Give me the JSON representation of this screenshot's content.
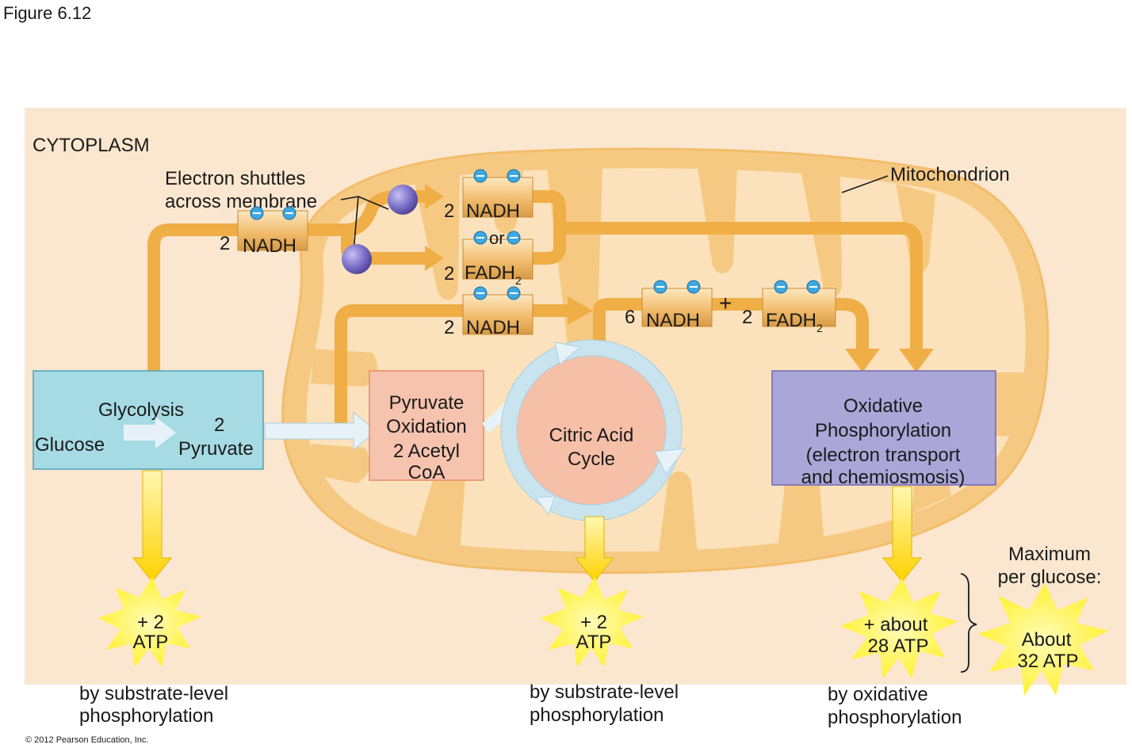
{
  "figure_label": "Figure 6.12",
  "copyright": "© 2012 Pearson Education, Inc.",
  "regions": {
    "cytoplasm": "CYTOPLASM",
    "mitochondrion": "Mitochondrion"
  },
  "shuttle": {
    "line1": "Electron shuttles",
    "line2": "across membrane"
  },
  "carriers": {
    "glycolysis_nadh": {
      "count": "2",
      "name": "NADH"
    },
    "shuttle_nadh": {
      "count": "2",
      "name": "NADH"
    },
    "or_word": "or",
    "shuttle_fadh": {
      "count": "2",
      "name": "FADH",
      "subscript": "2"
    },
    "pyruvate_nadh": {
      "count": "2",
      "name": "NADH"
    },
    "cycle_nadh": {
      "count": "6",
      "name": "NADH"
    },
    "plus": "+",
    "cycle_fadh": {
      "count": "2",
      "name": "FADH",
      "subscript": "2"
    }
  },
  "stages": {
    "glycolysis": {
      "title": "Glycolysis",
      "input": "Glucose",
      "output_count": "2",
      "output": "Pyruvate"
    },
    "pyruvate_oxidation": {
      "line1": "Pyruvate",
      "line2": "Oxidation",
      "line3": "2 Acetyl",
      "line4": "CoA"
    },
    "citric_acid": {
      "line1": "Citric Acid",
      "line2": "Cycle"
    },
    "oxidative": {
      "line1": "Oxidative",
      "line2": "Phosphorylation",
      "line3": "(electron transport",
      "line4": "and chemiosmosis)"
    }
  },
  "atp": {
    "glycolysis": {
      "line1": "+ 2",
      "line2": "ATP"
    },
    "citric": {
      "line1": "+ 2",
      "line2": "ATP"
    },
    "oxidative": {
      "line1": "+ about",
      "line2": "28 ATP"
    },
    "total": {
      "line1": "About",
      "line2": "32  ATP"
    }
  },
  "captions": {
    "glycolysis": {
      "line1": "by substrate-level",
      "line2": "phosphorylation"
    },
    "citric": {
      "line1": "by substrate-level",
      "line2": "phosphorylation"
    },
    "oxidative": {
      "line1": "by oxidative",
      "line2": "phosphorylation"
    },
    "maximum": {
      "line1": "Maximum",
      "line2": "per glucose:"
    }
  },
  "colors": {
    "cytoplasm_bg": "#fbe6cf",
    "mito_fill": "#f6c983",
    "mito_inner": "#fbe2bd",
    "pathway_arrow": "#f0ae46",
    "glycolysis_box": "#a6dbe4",
    "pyruvate_box": "#f6c3ae",
    "citric_fill": "#f5bfa8",
    "citric_ring": "#c9e4ef",
    "oxidative_box": "#aaa6d8",
    "atp_burst": "#fff12a",
    "atp_arrow": "#ffd600",
    "electron": "#3ea8e0",
    "shuttle_sphere": "#7b6fc6"
  }
}
